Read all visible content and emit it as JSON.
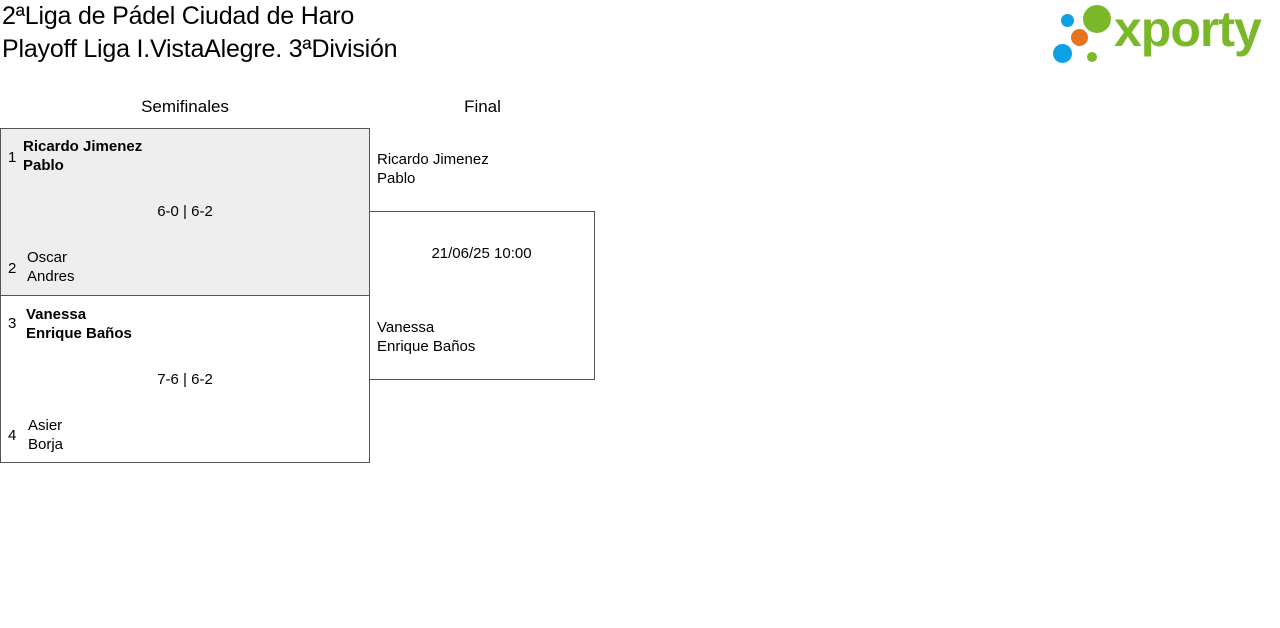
{
  "header": {
    "title_line1": "2ªLiga de Pádel Ciudad de Haro",
    "title_line2": "Playoff Liga I.VistaAlegre. 3ªDivisión"
  },
  "logo": {
    "text": "xporty",
    "colors": {
      "blue": "#0ea0e4",
      "orange": "#e8731c",
      "green": "#7ab829"
    }
  },
  "columns": {
    "semifinals": "Semifinales",
    "final": "Final"
  },
  "semifinals": [
    {
      "top": {
        "seed": "1",
        "player1": "Ricardo Jimenez",
        "player2": "Pablo",
        "winner": true
      },
      "score": "6-0 | 6-2",
      "bottom": {
        "seed": "2",
        "player1": "Oscar",
        "player2": "Andres",
        "winner": false
      }
    },
    {
      "top": {
        "seed": "3",
        "player1": "Vanessa",
        "player2": "Enrique Baños",
        "winner": true
      },
      "score": "7-6 | 6-2",
      "bottom": {
        "seed": "4",
        "player1": "Asier",
        "player2": "Borja",
        "winner": false
      }
    }
  ],
  "final": {
    "top": {
      "player1": "Ricardo Jimenez",
      "player2": "Pablo"
    },
    "date": "21/06/25 10:00",
    "bottom": {
      "player1": "Vanessa",
      "player2": "Enrique Baños"
    }
  }
}
